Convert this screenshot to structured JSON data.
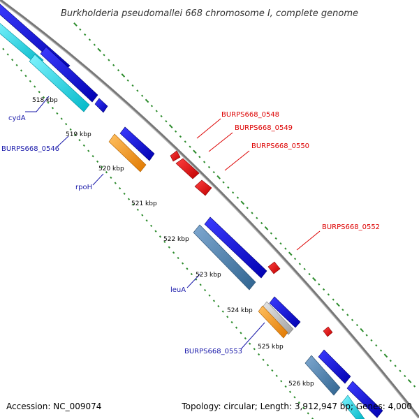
{
  "title": "Burkholderia pseudomallei 668 chromosome I, complete genome",
  "footer": {
    "accession": "Accession: NC_009074",
    "topology": "Topology: circular; Length: 3,912,947 bp; Genes: 4,000"
  },
  "ticks": [
    "518 kbp",
    "519 kbp",
    "520 kbp",
    "521 kbp",
    "522 kbp",
    "523 kbp",
    "524 kbp",
    "525 kbp",
    "526 kbp"
  ],
  "genes_blue_labels": [
    "cydA",
    "BURPS668_0546",
    "rpoH",
    "leuA",
    "BURPS668_0553"
  ],
  "genes_red_labels": [
    "BURPS668_0548",
    "BURPS668_0549",
    "BURPS668_0550",
    "BURPS668_0552"
  ],
  "colors": {
    "backbone": "#888888",
    "forward_gene": "#0000ee",
    "cyan_gene": "#00e0ee",
    "orange_gene": "#f39a1e",
    "steel_gene": "#4f84b3",
    "grey_gene": "#c8c8c8",
    "red_gene": "#ee0000",
    "dot_track": "#2a8a2a",
    "label_blue": "#1a1aaa",
    "label_red": "#dd0000"
  }
}
